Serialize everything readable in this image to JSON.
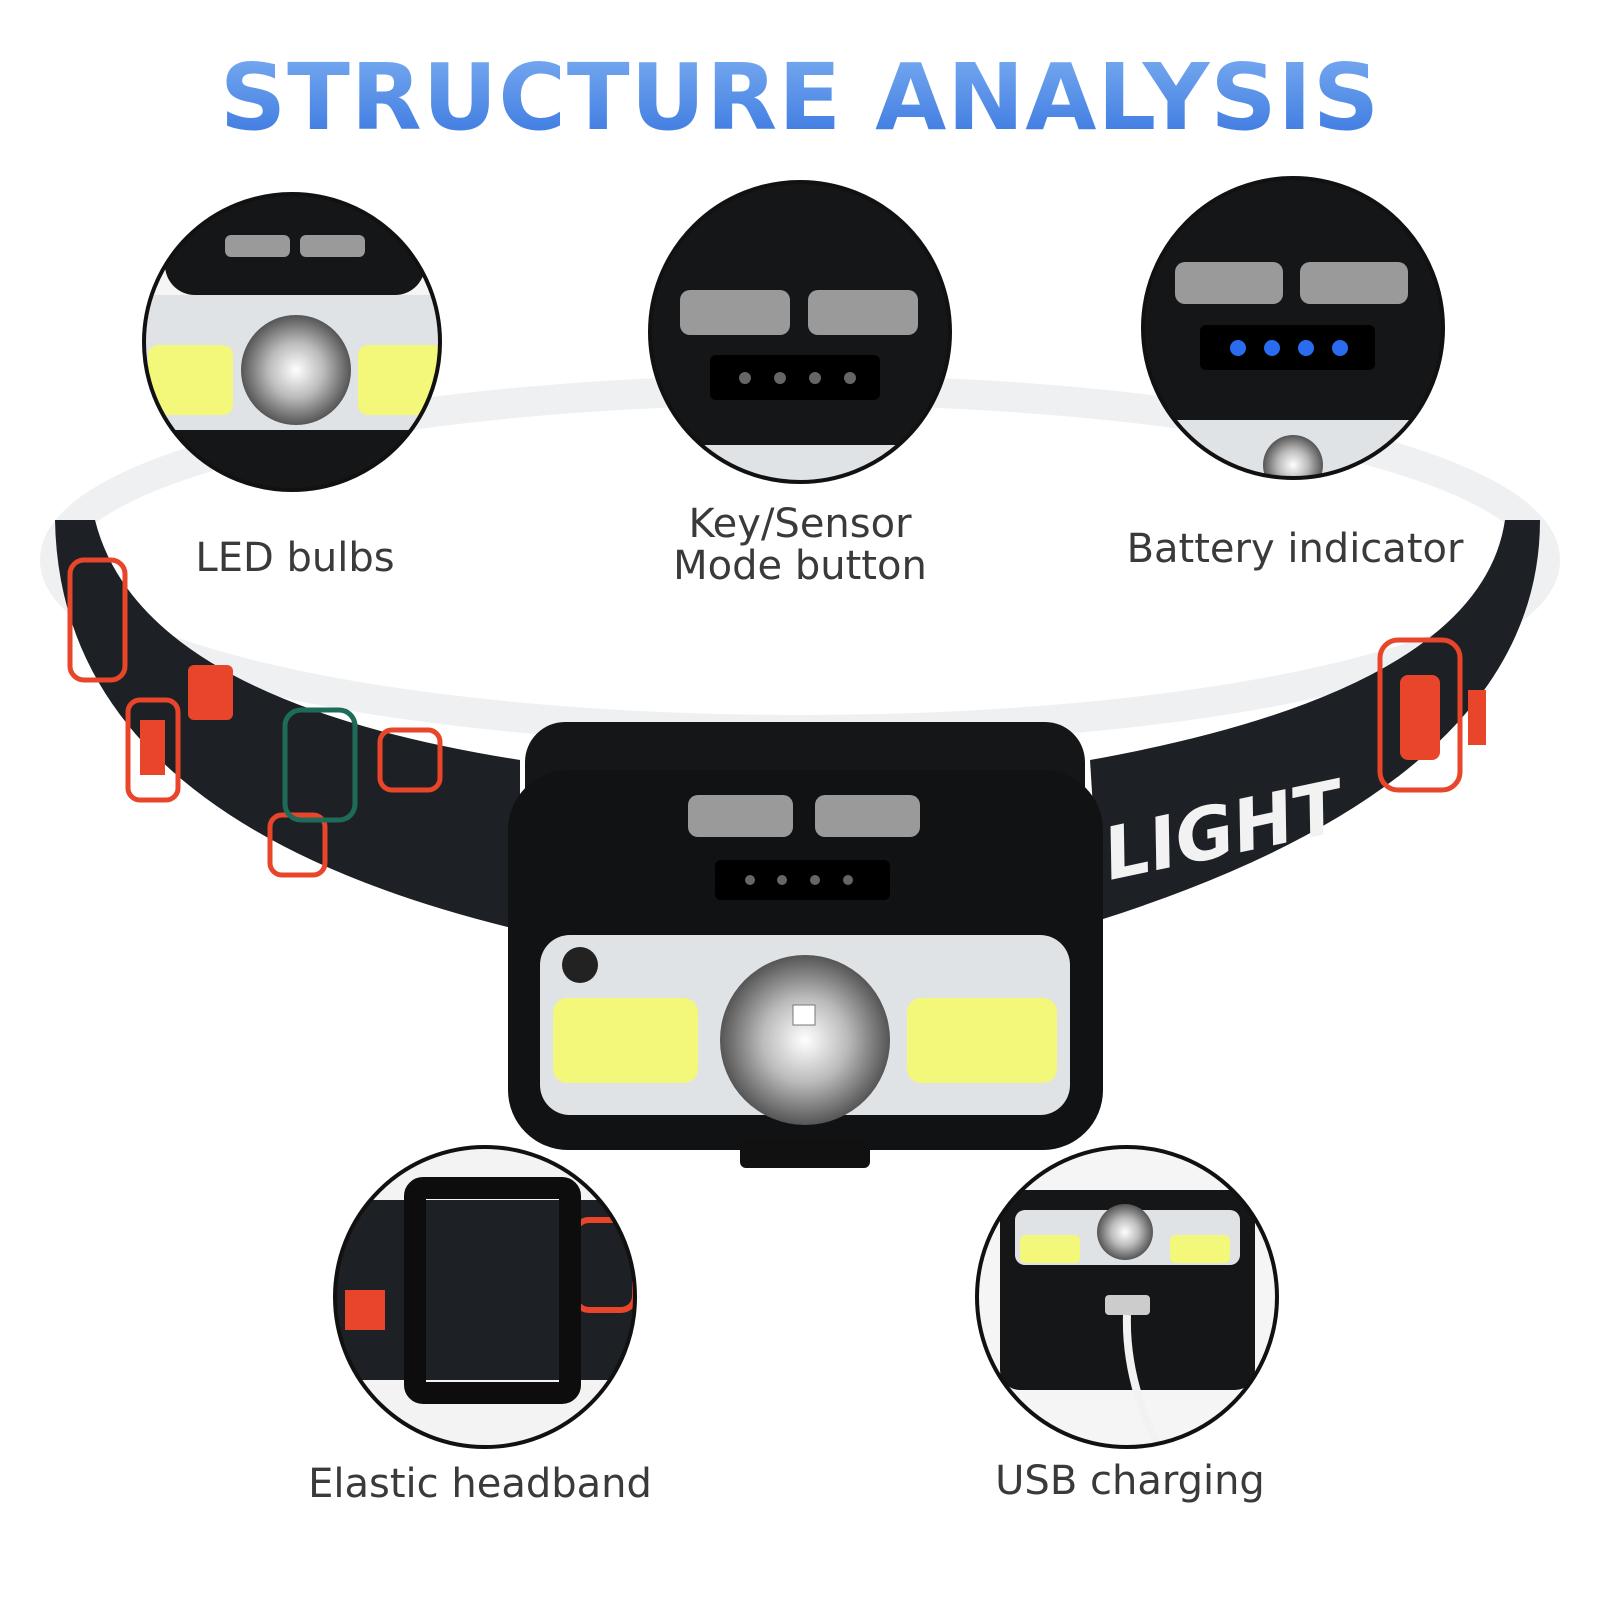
{
  "title": "STRUCTURE ANALYSIS",
  "callouts": [
    {
      "label": "LED bulbs"
    },
    {
      "label_line1": "Key/Sensor",
      "label_line2": "Mode button"
    },
    {
      "label": "Battery indicator"
    },
    {
      "label": "Elastic headband"
    },
    {
      "label": "USB charging"
    }
  ],
  "headband_print": "LIGHT",
  "colors": {
    "title_top": "#77aaf0",
    "title_bottom": "#3b78e0",
    "label": "#3a3a3a",
    "cob_led": "#f3f77a",
    "battery_led": "#2a6cf0",
    "band_accent": "#e8452a"
  }
}
